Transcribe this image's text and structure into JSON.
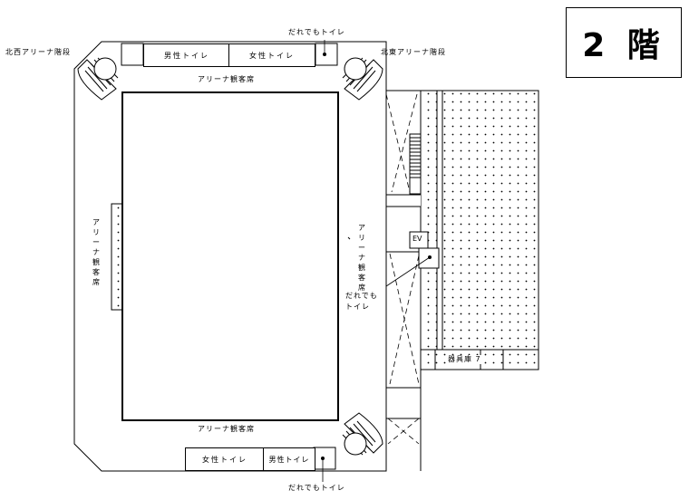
{
  "floor_label": "2 階",
  "labels": {
    "nw_stairs": "北西アリーナ階段",
    "ne_stairs": "北東アリーナ階段",
    "seats_north": "アリーナ観客席",
    "seats_south": "アリーナ観客席",
    "seats_west": "アリーナ観客席",
    "seats_east": "アリーナ観客席",
    "accessible_toilet_top": "だれでもトイレ",
    "accessible_toilet_bottom": "だれでもトイレ",
    "accessible_toilet_east_1": "だれでも",
    "accessible_toilet_east_2": "トイレ",
    "elevator": "EV",
    "storage": "器具庫 7"
  },
  "rooms": {
    "north_male_toilet": "男性トイレ",
    "north_female_toilet": "女性トイレ",
    "south_female_toilet": "女性トイレ",
    "south_male_toilet": "男性トイレ"
  }
}
